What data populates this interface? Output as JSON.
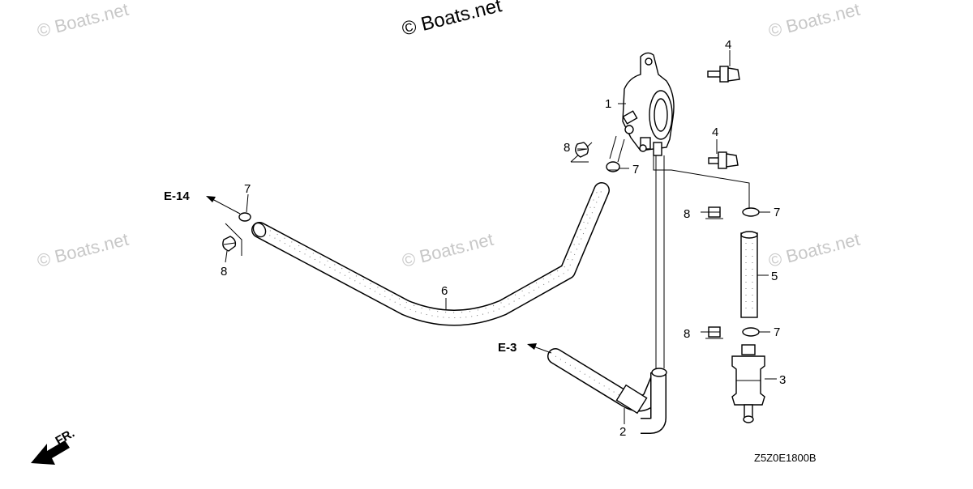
{
  "watermark": {
    "main": "© Boats.net",
    "faint": "© Boats.net"
  },
  "callouts": {
    "p1": "1",
    "p2": "2",
    "p3": "3",
    "p4a": "4",
    "p4b": "4",
    "p5": "5",
    "p6": "6",
    "p7a": "7",
    "p7b": "7",
    "p7c": "7",
    "p7d": "7",
    "p8a": "8",
    "p8b": "8",
    "p8c": "8",
    "p8d": "8"
  },
  "references": {
    "e14": "E-14",
    "e3": "E-3",
    "front": "FR."
  },
  "diagram_code": "Z5Z0E1800B",
  "colors": {
    "line": "#000000",
    "watermark": "#c8c8c8",
    "background": "#ffffff"
  }
}
